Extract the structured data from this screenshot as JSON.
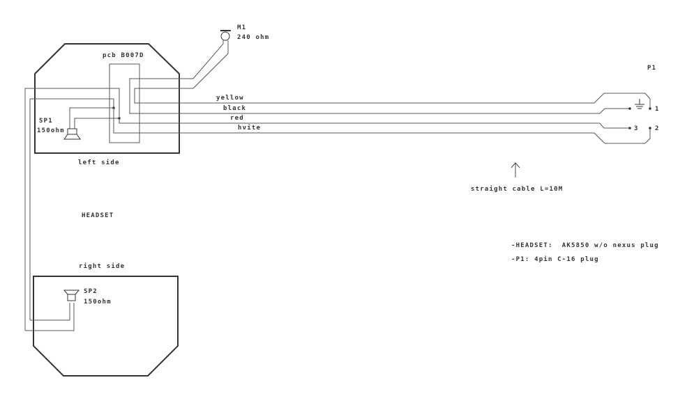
{
  "microphone": {
    "ref": "M1",
    "value": "240 ohm"
  },
  "pcb": {
    "label": "pcb B007D"
  },
  "speaker_left": {
    "ref": "SP1",
    "value": "150ohm"
  },
  "speaker_right": {
    "ref": "SP2",
    "value": "150ohm"
  },
  "left_side_label": "left side",
  "right_side_label": "right side",
  "headset_label": "HEADSET",
  "wires": [
    "yellow",
    "black",
    "red",
    "hvite"
  ],
  "plug": {
    "ref": "P1",
    "pins": [
      "1",
      "2",
      "3"
    ]
  },
  "cable_label": "straight cable L=10M",
  "notes": [
    "-HEADSET:  AK5850 w/o nexus plug",
    "-P1: 4pin C-16 plug"
  ]
}
